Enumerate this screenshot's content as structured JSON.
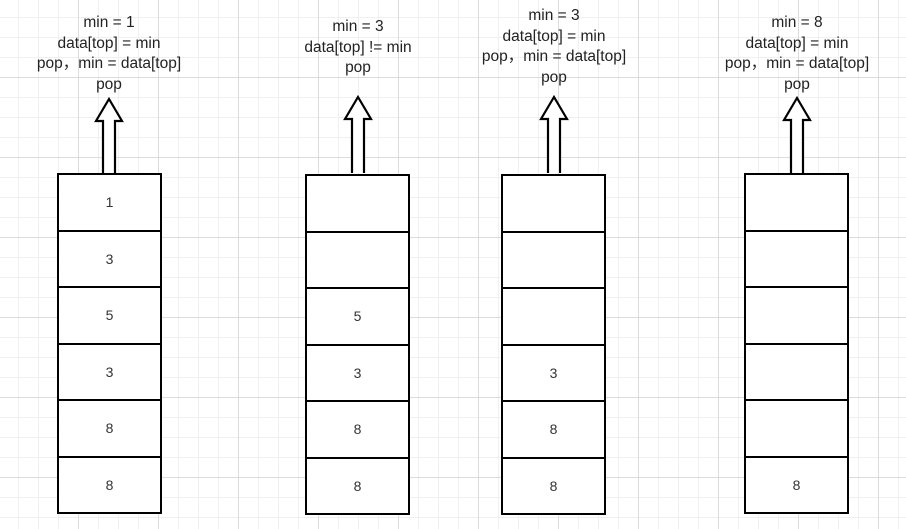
{
  "stacks": [
    {
      "caption": [
        "min = 1",
        "data[top] = min",
        "pop，min = data[top]",
        "pop"
      ],
      "cells": [
        "1",
        "3",
        "5",
        "3",
        "8",
        "8"
      ]
    },
    {
      "caption": [
        "min = 3",
        "data[top] != min",
        "pop"
      ],
      "cells": [
        "",
        "",
        "5",
        "3",
        "8",
        "8"
      ]
    },
    {
      "caption": [
        "min = 3",
        "data[top] = min",
        "pop，min = data[top]",
        "pop"
      ],
      "cells": [
        "",
        "",
        "",
        "3",
        "8",
        "8"
      ]
    },
    {
      "caption": [
        "min = 8",
        "data[top] = min",
        "pop，min = data[top]",
        "pop"
      ],
      "cells": [
        "",
        "",
        "",
        "",
        "",
        "8"
      ]
    }
  ]
}
